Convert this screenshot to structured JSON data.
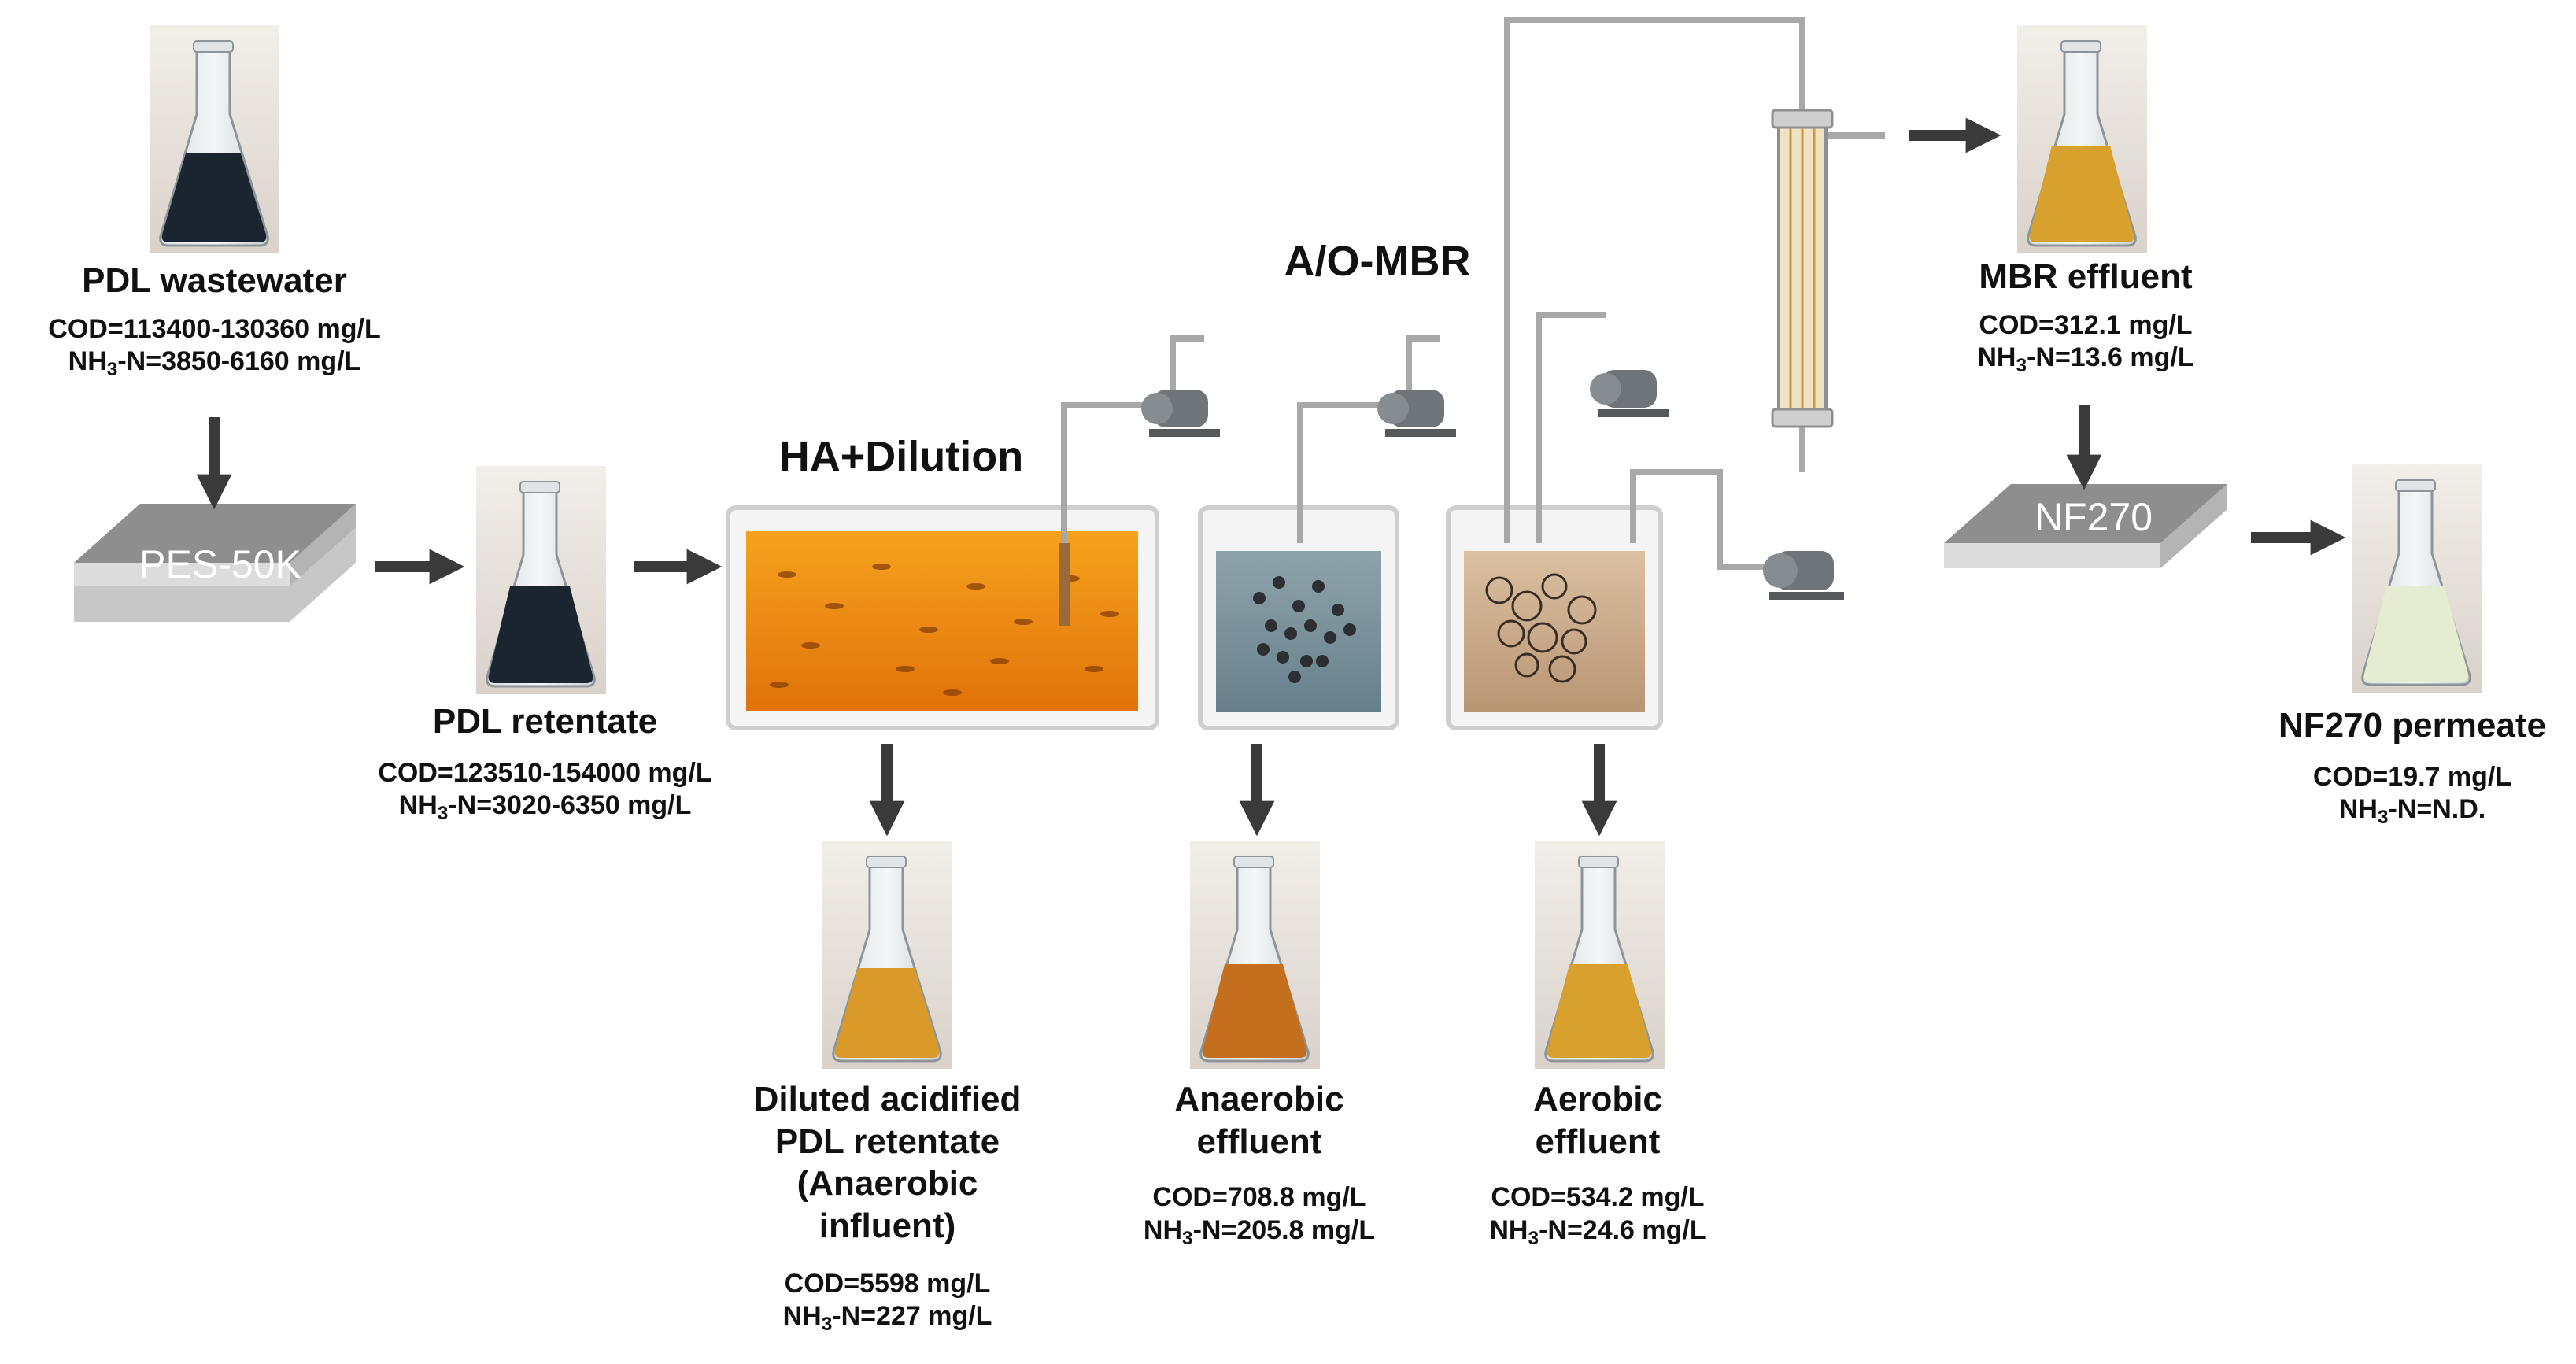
{
  "stages": {
    "pdl_wastewater": {
      "name": "PDL wastewater",
      "cod": "COD=113400-130360 mg/L",
      "nh3_pre": "NH",
      "nh3_post": "-N=3850-6160 mg/L"
    },
    "pdl_retentate": {
      "name": "PDL retentate",
      "cod": "COD=123510-154000 mg/L",
      "nh3_pre": "NH",
      "nh3_post": "-N=3020-6350 mg/L"
    },
    "diluted": {
      "line1": "Diluted acidified",
      "line2": "PDL retentate",
      "line3": "(Anaerobic",
      "line4": "influent)",
      "cod": "COD=5598 mg/L",
      "nh3_pre": "NH",
      "nh3_post": "-N=227 mg/L"
    },
    "anaerobic": {
      "line1": "Anaerobic",
      "line2": "effluent",
      "cod": "COD=708.8 mg/L",
      "nh3_pre": "NH",
      "nh3_post": "-N=205.8 mg/L"
    },
    "aerobic": {
      "line1": "Aerobic",
      "line2": "effluent",
      "cod": "COD=534.2 mg/L",
      "nh3_pre": "NH",
      "nh3_post": "-N=24.6 mg/L"
    },
    "mbr_effluent": {
      "name": "MBR effluent",
      "cod": "COD=312.1 mg/L",
      "nh3_pre": "NH",
      "nh3_post": "-N=13.6 mg/L"
    },
    "nf270_permeate": {
      "name": "NF270 permeate",
      "cod": "COD=19.7 mg/L",
      "nh3_pre": "NH",
      "nh3_post": "-N=N.D."
    }
  },
  "subscript_3": "3",
  "process_labels": {
    "ha_dilution": "HA+Dilution",
    "ao_mbr": "A/O-MBR"
  },
  "membranes": {
    "pes": "PES-50K",
    "nf": "NF270"
  },
  "colors": {
    "arrow": "#3a3a3a",
    "dark_liquid": "#1b2530",
    "orange_tank": "#f08a10",
    "anaerobic_tank": "#7a8f98",
    "aerobic_tank": "#c9a684",
    "amber_liquid": "#d99a2a",
    "brown_liquid": "#c46f1e",
    "yellow_liquid": "#d8a02c",
    "clear_liquid": "#e6ecd2",
    "pipe": "#a8a8a8",
    "membrane_tile": "#8e8e8e"
  }
}
